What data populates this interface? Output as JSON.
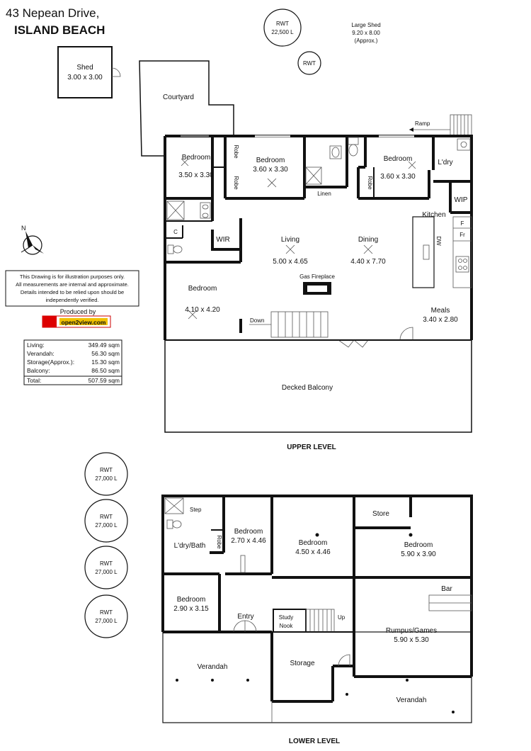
{
  "header": {
    "address": "43 Nepean Drive,",
    "suburb": "ISLAND BEACH"
  },
  "disclaimer": [
    "This Drawing is for illustration purposes only.",
    "All measurements are internal and  approximate.",
    "Details intended to be relied upon should be",
    "independently verified."
  ],
  "produced_by": "Produced by",
  "logo_text": "open2view.com",
  "areas": [
    {
      "label": "Living:",
      "value": "349.49 sqm"
    },
    {
      "label": "Verandah:",
      "value": "56.30 sqm"
    },
    {
      "label": "Storage(Approx.):",
      "value": "15.30 sqm"
    },
    {
      "label": "Balcony:",
      "value": "86.50 sqm"
    },
    {
      "label": "Total:",
      "value": "507.59 sqm"
    }
  ],
  "compass_label": "N",
  "upper": {
    "level_label": "UPPER LEVEL",
    "shed": {
      "name": "Shed",
      "dim": "3.00 x 3.00"
    },
    "courtyard": "Courtyard",
    "rwt1": {
      "name": "RWT",
      "cap": "22,500 L"
    },
    "rwt2": "RWT",
    "large_shed": {
      "name": "Large Shed",
      "dim": "9.20 x 8.00",
      "note": "(Approx.)"
    },
    "ramp": "Ramp",
    "bed1": {
      "name": "Bedroom",
      "dim": "3.50 x 3.30"
    },
    "robe1": "Robe",
    "robe2": "Robe",
    "bed2": {
      "name": "Bedroom",
      "dim": "3.60 x 3.30"
    },
    "linen": "Linen",
    "robe3": "Robe",
    "bed3": {
      "name": "Bedroom",
      "dim": "3.60 x 3.30"
    },
    "ldry": "L'dry",
    "wip": "WIP",
    "kitchen": "Kitchen",
    "f": "F",
    "fr": "Fr",
    "dw": "DW",
    "c": "C",
    "wir": "WIR",
    "living": {
      "name": "Living",
      "dim": "5.00 x 4.65"
    },
    "dining": {
      "name": "Dining",
      "dim": "4.40 x 7.70"
    },
    "fireplace": "Gas Fireplace",
    "bed4": {
      "name": "Bedroom",
      "dim": "4.10 x 4.20"
    },
    "down": "Down",
    "meals": {
      "name": "Meals",
      "dim": "3.40 x 2.80"
    },
    "balcony": "Decked Balcony"
  },
  "lower": {
    "level_label": "LOWER LEVEL",
    "rwts": [
      {
        "name": "RWT",
        "cap": "27,000 L"
      },
      {
        "name": "RWT",
        "cap": "27,000 L"
      },
      {
        "name": "RWT",
        "cap": "27,000 L"
      },
      {
        "name": "RWT",
        "cap": "27,000 L"
      }
    ],
    "step": "Step",
    "ldry_bath": "L'dry/Bath",
    "robe": "Robe",
    "bed1": {
      "name": "Bedroom",
      "dim": "2.70 x 4.46"
    },
    "bed2": {
      "name": "Bedroom",
      "dim": "4.50 x 4.46"
    },
    "store": "Store",
    "bed3": {
      "name": "Bedroom",
      "dim": "5.90 x 3.90"
    },
    "bar": "Bar",
    "bed4": {
      "name": "Bedroom",
      "dim": "2.90 x 3.15"
    },
    "entry": "Entry",
    "study": {
      "l1": "Study",
      "l2": "Nook"
    },
    "up": "Up",
    "rumpus": {
      "name": "Rumpus/Games",
      "dim": "5.90 x 5.30"
    },
    "verandah_left": "Verandah",
    "storage": "Storage",
    "verandah_right": "Verandah"
  }
}
